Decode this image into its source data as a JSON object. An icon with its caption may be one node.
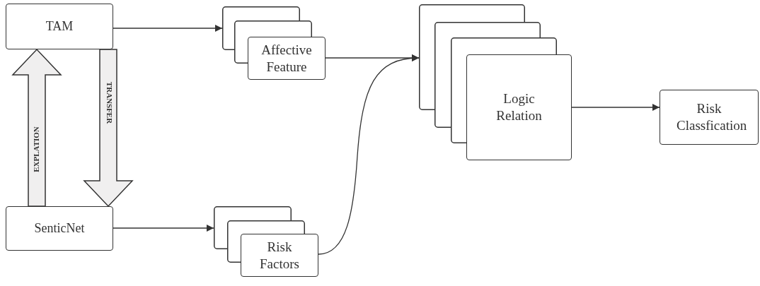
{
  "diagram": {
    "nodes": [
      {
        "text": [
          "TAM"
        ]
      },
      {
        "text": [
          "Affective Feature"
        ]
      },
      {
        "text": [
          "Logic Relation"
        ]
      },
      {
        "text": [
          "Risk Classfication"
        ]
      },
      {
        "text": [
          "SenticNet"
        ]
      },
      {
        "text": [
          "Risk Factors"
        ]
      }
    ],
    "edges": [
      {
        "from": 0,
        "to": 1,
        "arrow": "to"
      },
      {
        "from": 1,
        "to": 2,
        "arrow": "to"
      },
      {
        "from": 5,
        "to": 2,
        "arrow": "to"
      },
      {
        "from": 2,
        "to": 3,
        "arrow": "to"
      },
      {
        "from": 4,
        "to": 5,
        "arrow": "to"
      },
      {
        "from": 4,
        "to": 0,
        "arrow": "to",
        "label": "EXPLATION",
        "style": "thick"
      },
      {
        "from": 0,
        "to": 4,
        "arrow": "to",
        "label": "TRANSFER",
        "style": "thick"
      }
    ]
  }
}
